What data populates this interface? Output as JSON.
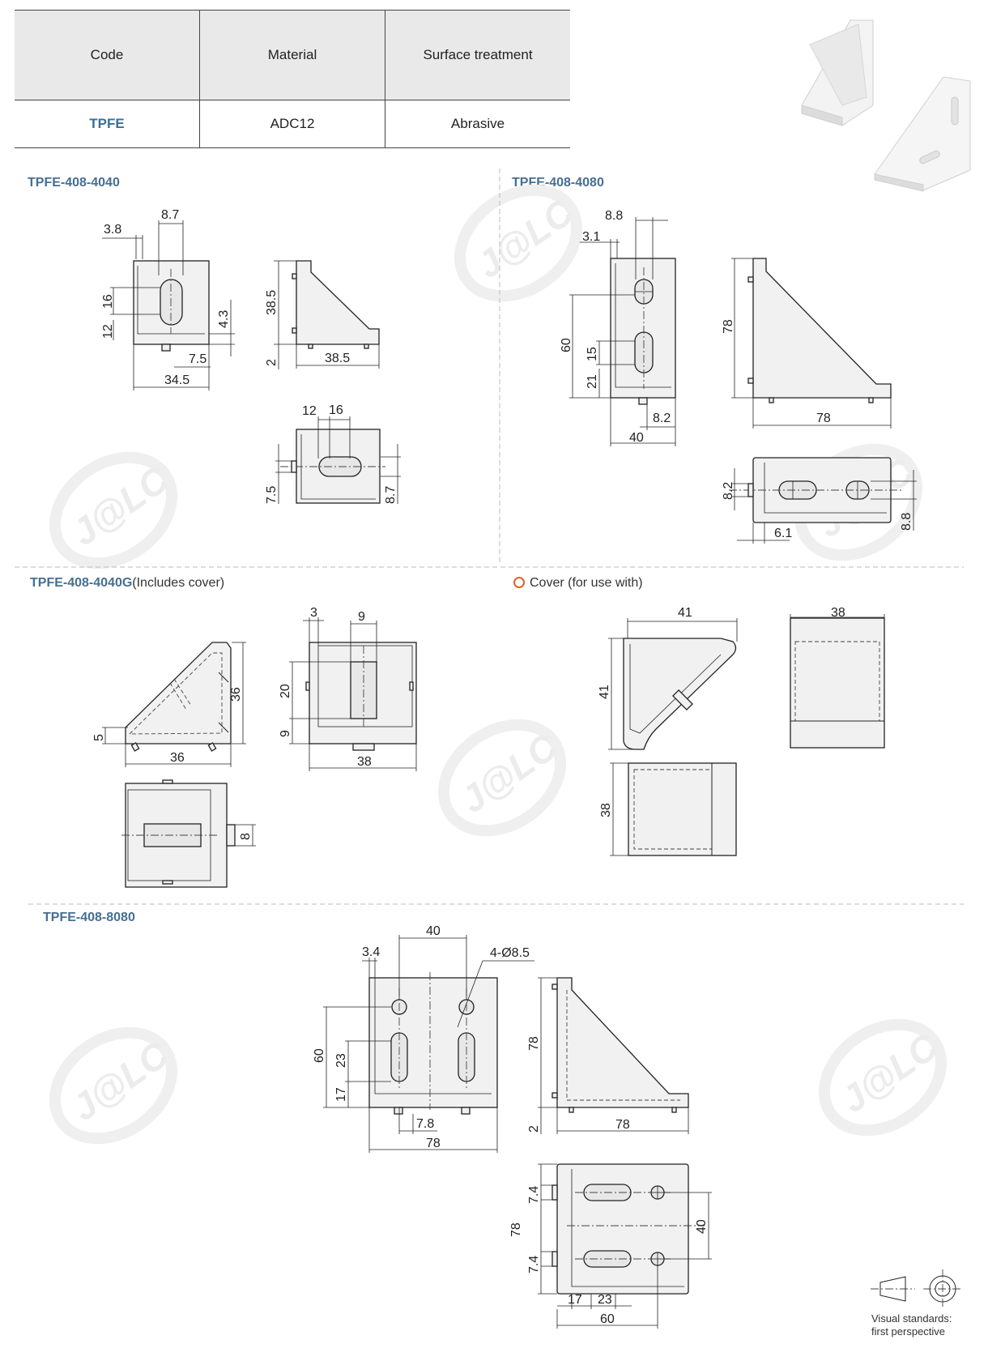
{
  "table": {
    "headers": [
      "Code",
      "Material",
      "Surface treatment"
    ],
    "row": [
      "TPFE",
      "ADC12",
      "Abrasive"
    ]
  },
  "sections": {
    "s1": {
      "title": "TPFE-408-4040"
    },
    "s2": {
      "title": "TPFE-408-4080"
    },
    "s3": {
      "title": "TPFE-408-4040G",
      "note": "(Includes cover)"
    },
    "s4": {
      "title": "Cover (for use with)"
    },
    "s5": {
      "title": "TPFE-408-8080"
    }
  },
  "dims": {
    "s1": [
      "8.7",
      "3.8",
      "16",
      "12",
      "4.3",
      "7.5",
      "34.5",
      "38.5",
      "2",
      "38.5",
      "12",
      "16",
      "7.5",
      "8.7"
    ],
    "s2": [
      "8.8",
      "3.1",
      "60",
      "15",
      "21",
      "8.2",
      "40",
      "78",
      "78",
      "8.2",
      "6.1",
      "8.8"
    ],
    "s3": [
      "36",
      "5",
      "36",
      "3",
      "9",
      "20",
      "9",
      "38",
      "8"
    ],
    "s4": [
      "41",
      "41",
      "38",
      "38"
    ],
    "s5": [
      "3.4",
      "40",
      "4-Ø8.5",
      "60",
      "23",
      "17",
      "7.8",
      "78",
      "78",
      "2",
      "78",
      "7.4",
      "78",
      "7.4",
      "40",
      "17",
      "23",
      "60"
    ]
  },
  "watermark": "J@LC",
  "visual_standard": {
    "line1": "Visual standards:",
    "line2": "first perspective"
  },
  "colors": {
    "title_blue": "#466f92",
    "code_blue": "#3b6f97",
    "accent_orange": "#e0602b",
    "table_header_bg": "#e9e9e9"
  }
}
